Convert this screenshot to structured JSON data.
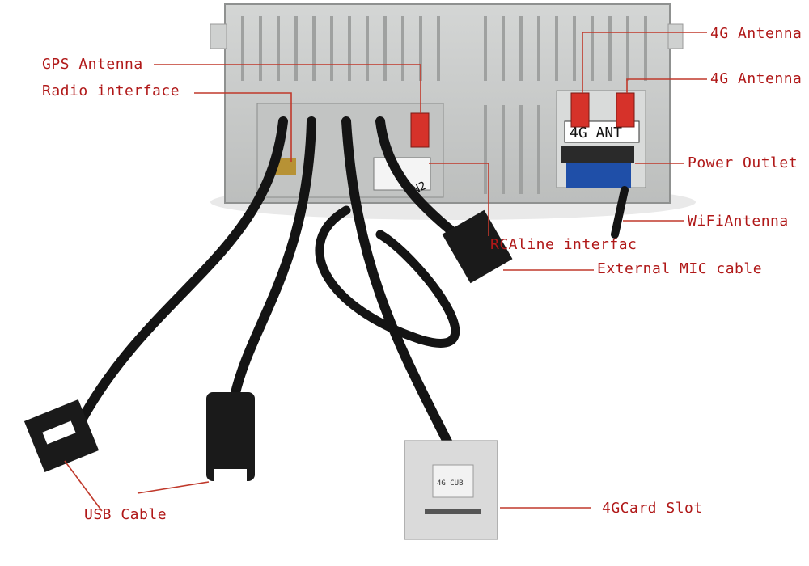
{
  "labels": {
    "gps_antenna": "GPS Antenna",
    "radio_interface": "Radio interface",
    "antenna_4g_1": "4G Antenna",
    "antenna_4g_2": "4G Antenna",
    "power_outlet": "Power Outlet",
    "wifi_antenna": "WiFiAntenna",
    "rca_line": "RCAline interfac",
    "external_mic": "External MIC cable",
    "usb_cable": "USB Cable",
    "card_slot_4g": "4GCard Slot"
  },
  "device_markings": {
    "port_label": "4G ANT",
    "wire_tag": "N2",
    "card_module": "4G CUB"
  },
  "colors": {
    "callout_line": "#c0392b",
    "label_text": "#b01818",
    "chassis": "#c9cbca",
    "cable": "#141414",
    "antenna_connector": "#d6322a",
    "power_connector": "#1f4fa8"
  }
}
